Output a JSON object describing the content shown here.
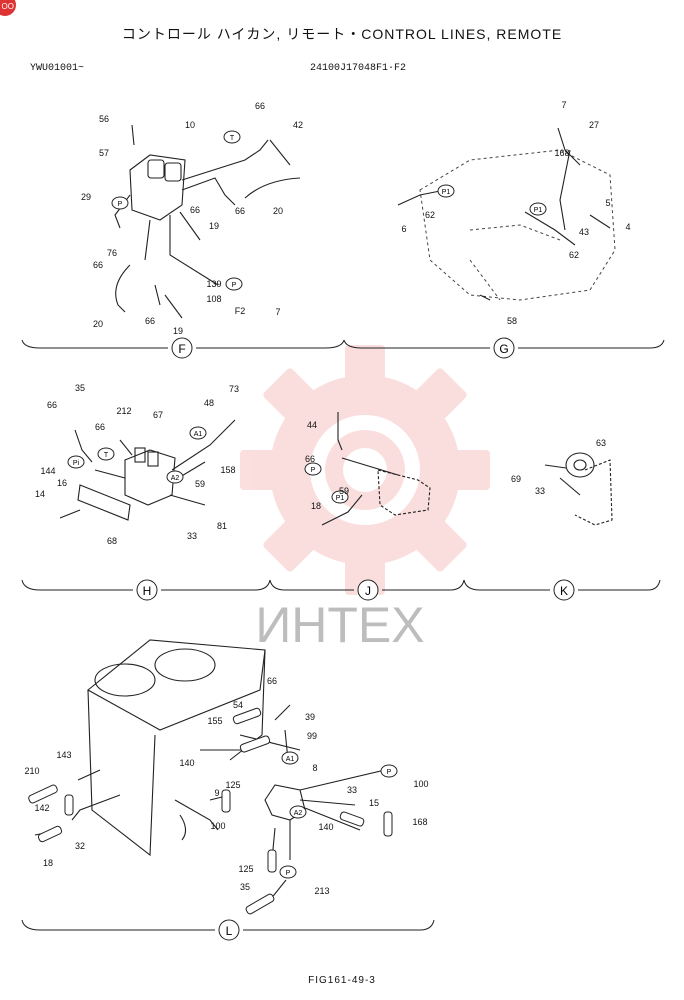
{
  "badge": "OO",
  "title": "コントロール ハイカン, リモート・CONTROL LINES, REMOTE",
  "serial": "YWU01001~",
  "part_ref": "24100J17048F1·F2",
  "figure_id": "FIG161-49-3",
  "watermark": "ИНТЕХ",
  "sections": [
    "F",
    "G",
    "H",
    "J",
    "K",
    "L"
  ],
  "callouts": {
    "F": [
      "56",
      "10",
      "66",
      "42",
      "57",
      "29",
      "66",
      "20",
      "66",
      "19",
      "76",
      "66",
      "139",
      "108",
      "F2",
      "7",
      "20",
      "66",
      "19"
    ],
    "G": [
      "7",
      "27",
      "168",
      "62",
      "6",
      "5",
      "43",
      "4",
      "62",
      "58"
    ],
    "H": [
      "35",
      "66",
      "212",
      "67",
      "48",
      "73",
      "66",
      "144",
      "158",
      "59",
      "14",
      "16",
      "81",
      "33",
      "68"
    ],
    "J": [
      "44",
      "66",
      "59",
      "18"
    ],
    "K": [
      "63",
      "69",
      "33"
    ],
    "L": [
      "66",
      "54",
      "39",
      "155",
      "99",
      "143",
      "210",
      "140",
      "125",
      "8",
      "100",
      "142",
      "9",
      "33",
      "15",
      "168",
      "100",
      "140",
      "32",
      "18",
      "125",
      "213",
      "35"
    ]
  },
  "port_tags": [
    "T",
    "P",
    "P",
    "P1",
    "P1",
    "P",
    "T",
    "A1",
    "A2",
    "P1",
    "Pi",
    "A1",
    "P",
    "A2",
    "P"
  ]
}
